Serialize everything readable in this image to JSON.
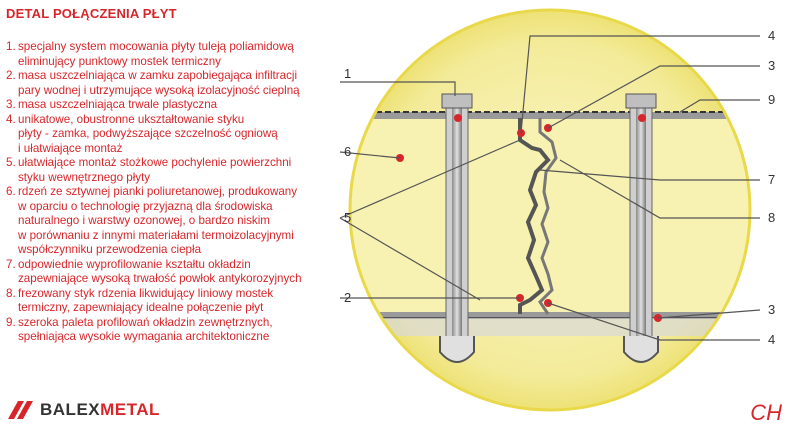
{
  "title": "DETAL POŁĄCZENIA PŁYT",
  "legend": [
    {
      "num": "1.",
      "text": "specjalny system mocowania płyty tuleją poliamidową\neliminujący punktowy mostek termiczny"
    },
    {
      "num": "2.",
      "text": "masa uszczelniająca w zamku zapobiegająca infiltracji\npary wodnej i utrzymujące wysoką izolacyjność cieplną"
    },
    {
      "num": "3.",
      "text": "masa uszczelniająca trwale plastyczna"
    },
    {
      "num": "4.",
      "text": "unikatowe, obustronne ukształtowanie styku\npłyty - zamka, podwyższające szczelność ogniową\ni ułatwiające montaż"
    },
    {
      "num": "5.",
      "text": "ułatwiające montaż stożkowe pochylenie powierzchni\nstyku wewnętrznego płyty"
    },
    {
      "num": "6.",
      "text": "rdzeń ze sztywnej pianki poliuretanowej, produkowany\nw oparciu o technologię przyjazną dla środowiska\nnaturalnego i warstwy ozonowej, o bardzo niskim\nw porównaniu z innymi materiałami termoizolacyjnymi\nwspółczynniku przewodzenia ciepła"
    },
    {
      "num": "7.",
      "text": "odpowiednie wyprofilowanie kształtu okładzin\nzapewniające wysoką trwałość powłok antykorozyjnych"
    },
    {
      "num": "8.",
      "text": "frezowany styk rdzenia likwidujący liniowy mostek\ntermiczny, zapewniający idealne połączenie płyt"
    },
    {
      "num": "9.",
      "text": "szeroka paleta profilowań okładzin zewnętrznych,\nspełniająca wysokie wymagania architektoniczne"
    }
  ],
  "callouts": [
    "1",
    "2",
    "3",
    "4",
    "5",
    "6",
    "7",
    "8",
    "9",
    "3",
    "4"
  ],
  "logo": {
    "word1": "BALEX",
    "word2": "METAL"
  },
  "code": "CH",
  "colors": {
    "accent": "#d7262b",
    "core": "#f6efa6",
    "rim": "#e9d94a"
  }
}
